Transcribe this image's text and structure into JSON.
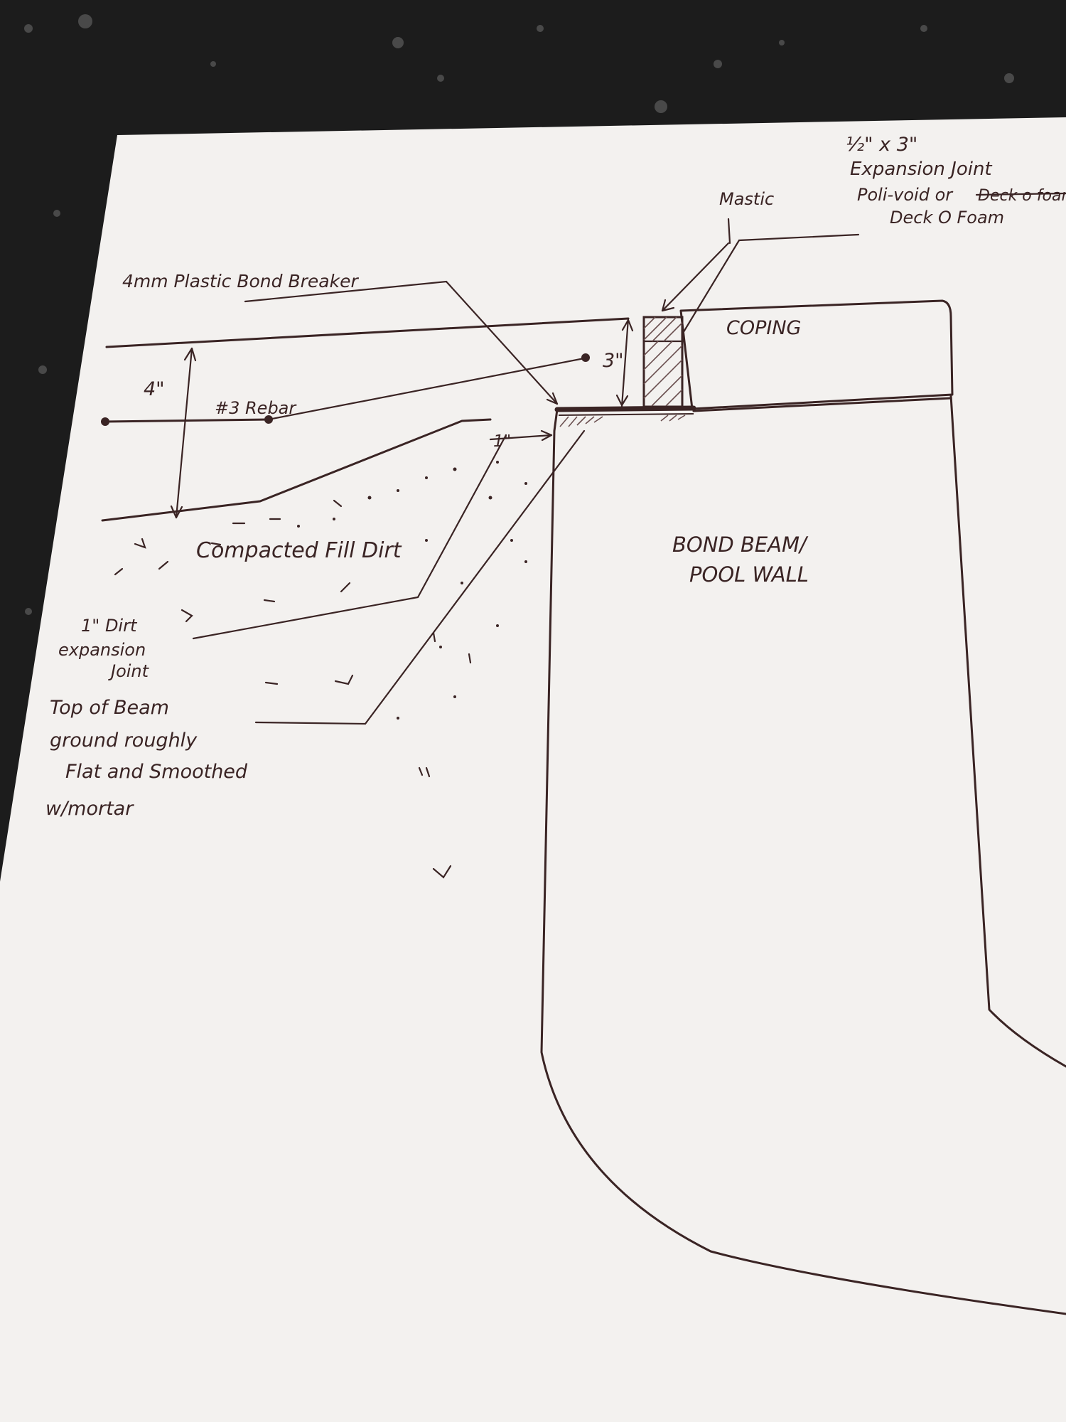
{
  "labels": {
    "expansion_fraction": "½\" x 3\"",
    "expansion_title": "Expansion Joint",
    "expansion_line2_prefix": "Poli-void or",
    "expansion_line2_struck": "Deck o foam",
    "expansion_line3": "Deck O Foam",
    "mastic": "Mastic",
    "bond_breaker": "4mm Plastic Bond Breaker",
    "coping": "COPING",
    "dim_3in": "3\"",
    "dim_4in": "4\"",
    "rebar": "#3 Rebar",
    "dim_1in": "1\"",
    "fill_dirt": "Compacted Fill Dirt",
    "dirt_joint_1": "1\" Dirt",
    "dirt_joint_2": "expansion",
    "dirt_joint_3": "Joint",
    "top_beam_1": "Top of Beam",
    "top_beam_2": "ground roughly",
    "top_beam_3": "Flat and Smoothed",
    "top_beam_4": "w/mortar",
    "bond_beam_1": "BOND BEAM/",
    "bond_beam_2": "POOL WALL"
  },
  "colors": {
    "paper": "#f3f1ef",
    "ink": "#3a2424",
    "countertop": "#1c1c1c"
  }
}
